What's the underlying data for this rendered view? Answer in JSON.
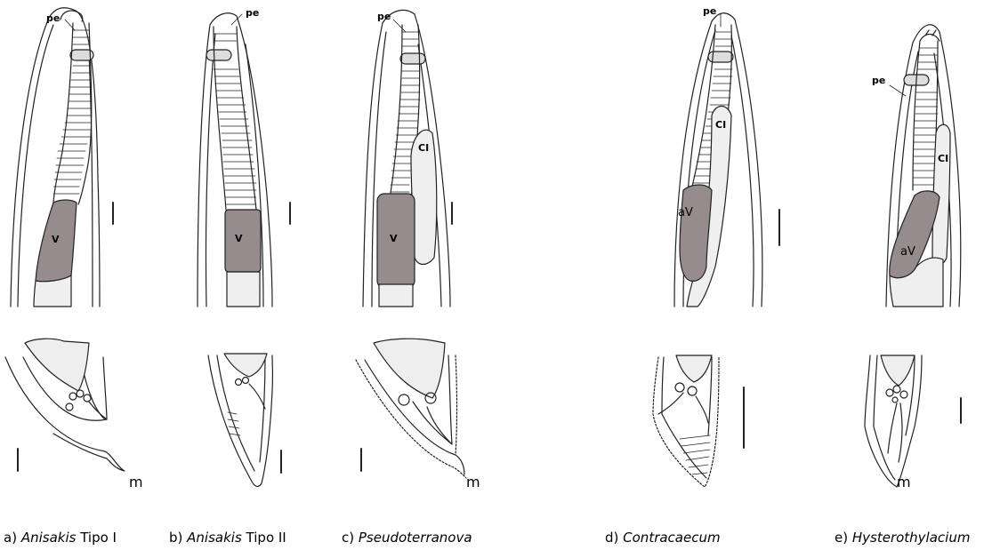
{
  "colors": {
    "ventricle": "#968b8d",
    "cecum": "#efefef",
    "line": "#222222"
  },
  "labels": {
    "pe": "pe",
    "v": "V",
    "av": "aV",
    "ci": "CI",
    "m": "m"
  },
  "captions": [
    {
      "prefix": "a) ",
      "genus": "Anisakis",
      "suffix": " Tipo I"
    },
    {
      "prefix": "b) ",
      "genus": "Anisakis",
      "suffix": " Tipo II"
    },
    {
      "prefix": "c) ",
      "genus": "Pseudoterranova",
      "suffix": ""
    },
    {
      "prefix": "d) ",
      "genus": "Contracaecum",
      "suffix": ""
    },
    {
      "prefix": "e) ",
      "genus": "Hysterothylacium",
      "suffix": ""
    }
  ]
}
